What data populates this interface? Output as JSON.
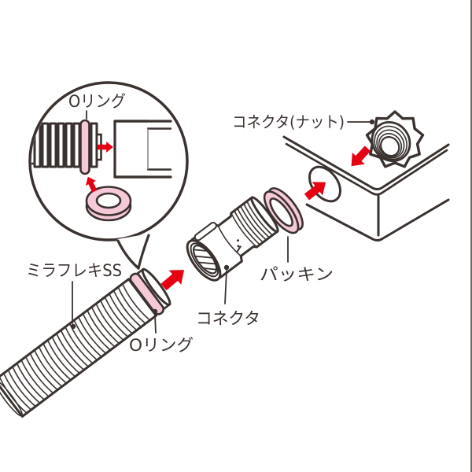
{
  "colors": {
    "line": "#3a322f",
    "accent_red": "#e60012",
    "pink": "#f5c9d8",
    "background": "#ffffff"
  },
  "inset": {
    "oring_label": "Oリング"
  },
  "labels": {
    "connector_nut": "コネクタ(ナット)",
    "flex_conduit": "ミラフレキSS",
    "oring": "Oリング",
    "connector": "コネクタ",
    "packing": "パッキン"
  }
}
